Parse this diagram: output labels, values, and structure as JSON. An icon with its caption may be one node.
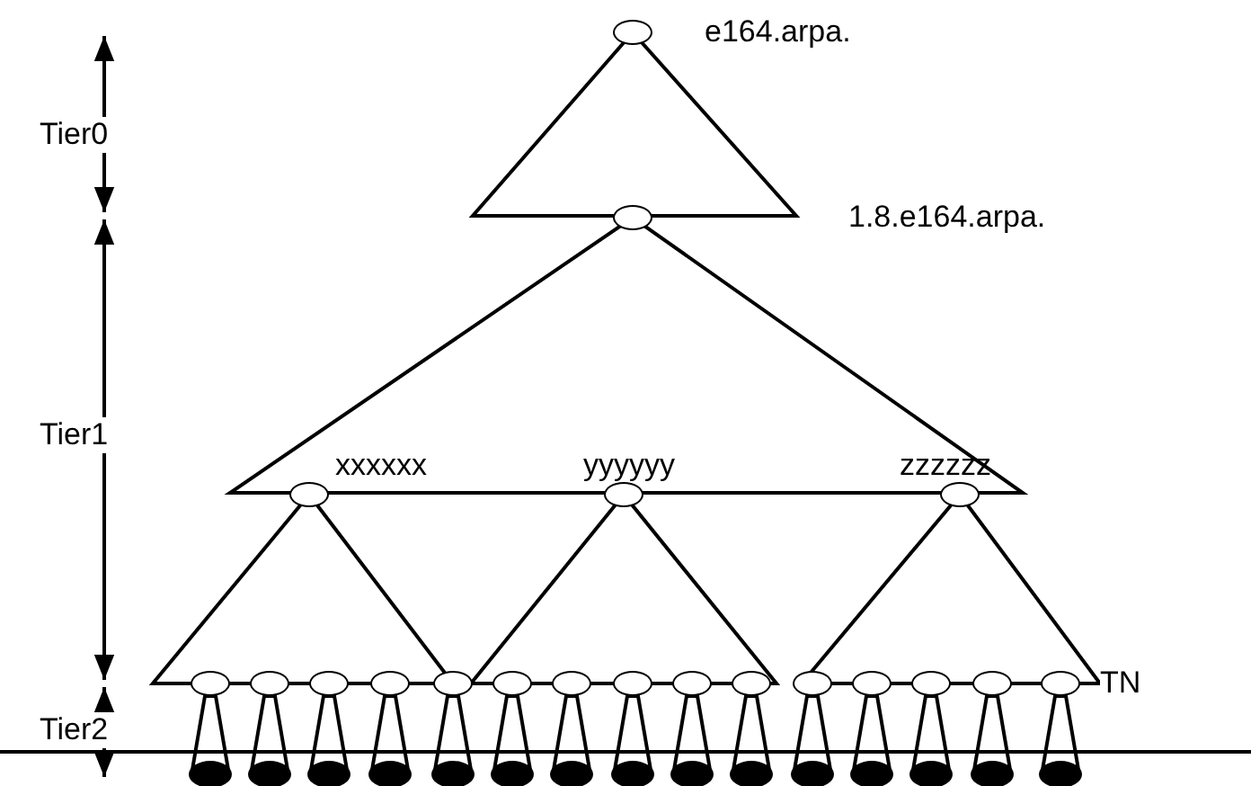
{
  "diagram": {
    "nodes": [
      {
        "text": [],
        "shape": "circle",
        "beside": [
          "e164.arpa."
        ]
      },
      {
        "text": [],
        "shape": "circle"
      },
      {
        "text": [],
        "shape": "circle",
        "beside": [
          "xxxxxx"
        ]
      },
      {
        "text": [],
        "shape": "circle",
        "beside": [
          "yyyyyy"
        ]
      },
      {
        "text": [],
        "shape": "circle",
        "beside": [
          "zzzzzz"
        ]
      },
      {
        "text": [],
        "shape": "circle"
      },
      {
        "text": [],
        "shape": "circle"
      },
      {
        "text": [],
        "shape": "circle"
      },
      {
        "text": [],
        "shape": "circle"
      },
      {
        "text": [],
        "shape": "circle"
      },
      {
        "text": [],
        "shape": "circle"
      },
      {
        "text": [],
        "shape": "circle"
      },
      {
        "text": [],
        "shape": "circle"
      },
      {
        "text": [],
        "shape": "circle"
      },
      {
        "text": [],
        "shape": "circle"
      },
      {
        "text": [],
        "shape": "circle"
      },
      {
        "text": [],
        "shape": "circle"
      },
      {
        "text": [],
        "shape": "circle"
      },
      {
        "text": [],
        "shape": "circle"
      },
      {
        "text": [],
        "shape": "circle"
      },
      {
        "text": [],
        "shape": "oval"
      },
      {
        "text": [],
        "shape": "oval"
      },
      {
        "text": [],
        "shape": "oval"
      },
      {
        "text": [],
        "shape": "oval"
      },
      {
        "text": [],
        "shape": "oval"
      },
      {
        "text": [],
        "shape": "oval"
      },
      {
        "text": [],
        "shape": "oval"
      },
      {
        "text": [],
        "shape": "oval"
      },
      {
        "text": [],
        "shape": "oval"
      },
      {
        "text": [],
        "shape": "oval"
      },
      {
        "text": [],
        "shape": "oval"
      },
      {
        "text": [],
        "shape": "oval"
      },
      {
        "text": [],
        "shape": "oval"
      },
      {
        "text": [],
        "shape": "oval"
      },
      {
        "text": [],
        "shape": "oval"
      }
    ],
    "labels": [
      "Tier0",
      "1.8.e164.arpa.",
      "Tier1",
      "TN",
      "Tier2"
    ]
  }
}
